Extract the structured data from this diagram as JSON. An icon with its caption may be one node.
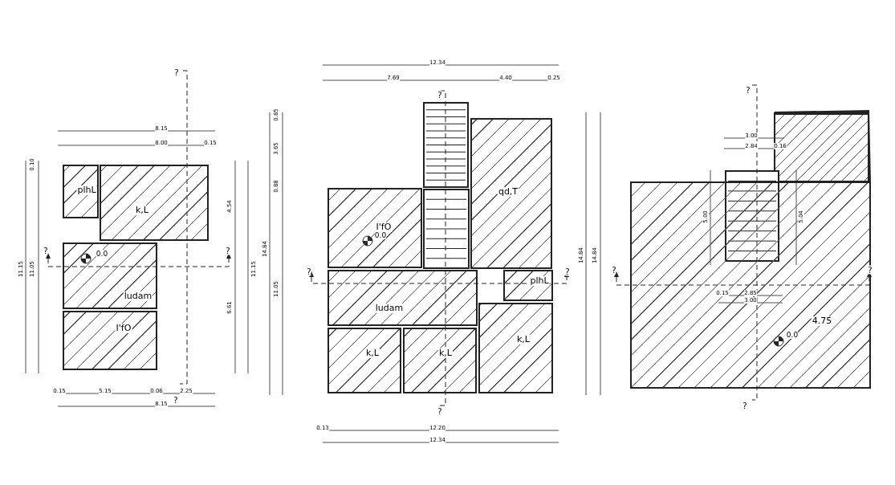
{
  "diagram": {
    "nodes": [
      {
        "text": [
          "plhL"
        ]
      },
      {
        "text": [
          "k,L"
        ]
      },
      {
        "text": [
          "ludam"
        ]
      },
      {
        "text": [
          "I'fO"
        ]
      },
      {
        "text": [
          "I'fO"
        ]
      },
      {
        "text": [
          "qd,T"
        ]
      },
      {
        "text": [
          "ludam"
        ]
      },
      {
        "text": [
          "plhL"
        ]
      },
      {
        "text": [
          "k,L"
        ]
      },
      {
        "text": [
          "k,L"
        ]
      },
      {
        "text": [
          "k,L"
        ]
      },
      {
        "text": [
          "4.75"
        ]
      }
    ],
    "labels": [
      "?",
      "8.15",
      "8.00",
      "0.15",
      "0.10",
      "11.15",
      "11.05",
      "4.54",
      "11.15",
      "6.61",
      "?",
      "?",
      "0.0",
      "?",
      "0.15",
      "5.15",
      "0.06",
      "2.25",
      "8.15",
      "12.34",
      "7.69",
      "4.40",
      "0.25",
      "?",
      "0.85",
      "3.65",
      "0.88",
      "14.84",
      "11.05",
      "14.84",
      "14.84",
      "0.0",
      "?",
      "?",
      "?",
      "0.13",
      "12.20",
      "12.34",
      "?",
      "3.00",
      "2.84",
      "0.16",
      "5.00",
      "5.04",
      "?",
      "?",
      "0.15",
      "2.85",
      "3.00",
      "0.0",
      "?"
    ]
  }
}
